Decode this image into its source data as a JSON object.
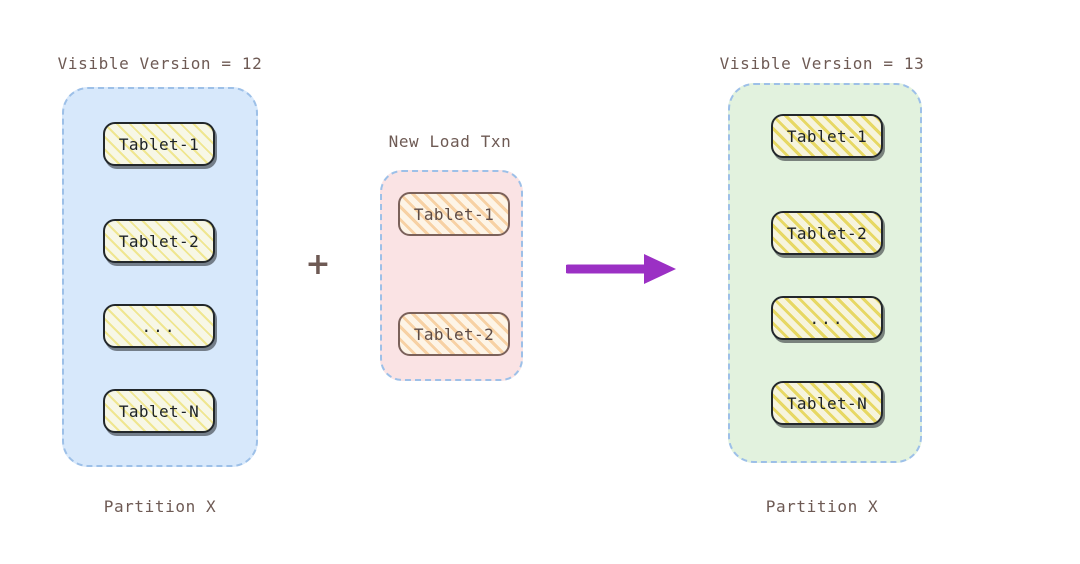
{
  "diagram": {
    "title_left": "Visible Version = 12",
    "title_middle": "New Load Txn",
    "title_right": "Visible Version = 13",
    "footer_left": "Partition X",
    "footer_right": "Partition X",
    "operator": "+",
    "arrow": "right-arrow",
    "colors": {
      "background": "#ffffff",
      "text": "#6e5a54",
      "partition_left_fill": "#d7e8fb",
      "partition_middle_fill": "#fae3e4",
      "partition_right_fill": "#e2f2de",
      "partition_border": "#9dc0e8",
      "tablet_border_dark": "#22272b",
      "tablet_border_warm": "#7a615a",
      "tablet_hatch_yellow": "#e9d84a",
      "tablet_hatch_orange": "#f3ba78",
      "arrow": "#9b30c4"
    }
  },
  "partitions": {
    "before": {
      "label": "Partition X",
      "version_label": "Visible Version = 12",
      "tablets": [
        {
          "label": "Tablet-1"
        },
        {
          "label": "Tablet-2"
        },
        {
          "label": "..."
        },
        {
          "label": "Tablet-N"
        }
      ]
    },
    "incoming": {
      "label": "New Load Txn",
      "tablets": [
        {
          "label": "Tablet-1"
        },
        {
          "label": "Tablet-2"
        }
      ]
    },
    "after": {
      "label": "Partition X",
      "version_label": "Visible Version = 13",
      "tablets": [
        {
          "label": "Tablet-1"
        },
        {
          "label": "Tablet-2"
        },
        {
          "label": "..."
        },
        {
          "label": "Tablet-N"
        }
      ]
    }
  }
}
